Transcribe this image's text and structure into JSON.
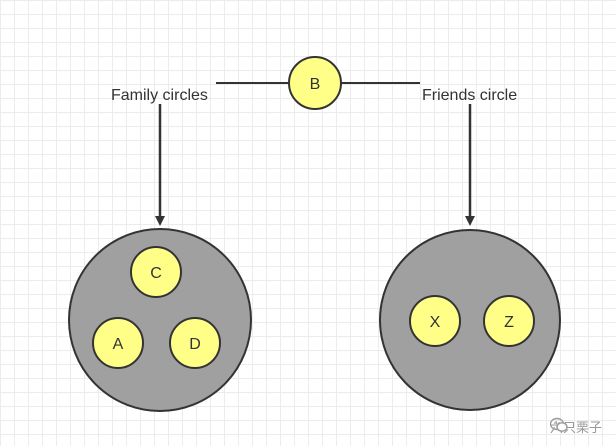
{
  "diagram": {
    "center_node": "B",
    "left_label": "Family circles",
    "right_label": "Friends circle",
    "left_group": {
      "members": [
        "C",
        "A",
        "D"
      ]
    },
    "right_group": {
      "members": [
        "X",
        "Z"
      ]
    }
  },
  "colors": {
    "node_fill": "#ffff88",
    "group_fill": "#a0a0a0",
    "stroke": "#333333",
    "grid": "#ececec"
  },
  "watermark": {
    "text": "六只栗子"
  }
}
